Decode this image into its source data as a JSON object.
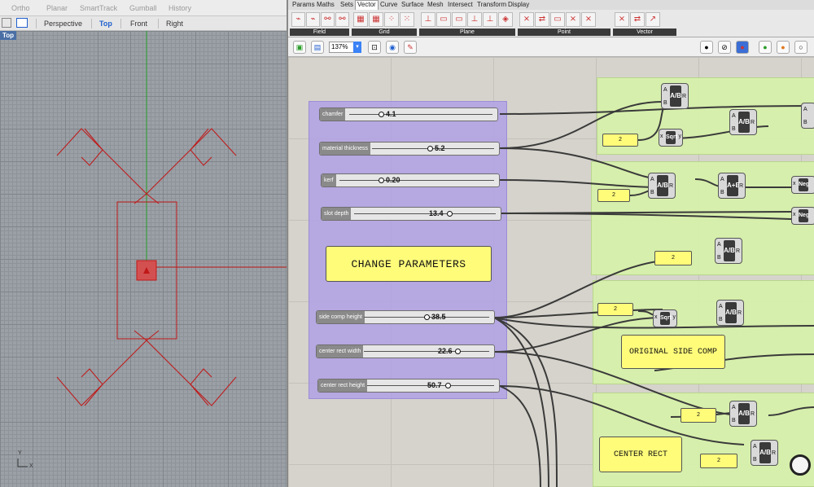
{
  "rhino": {
    "top_menu": [
      "Ortho",
      "Planar",
      "SmartTrack",
      "Gumball",
      "History"
    ],
    "views": [
      "Perspective",
      "Top",
      "Front",
      "Right"
    ],
    "active_view": "Top",
    "viewport_label": "Top",
    "axis_y": "Y",
    "axis_x": "X"
  },
  "gh": {
    "menu_tabs": [
      "Params",
      "Maths",
      "Sets",
      "Vector",
      "Curve",
      "Surface",
      "Mesh",
      "Intersect",
      "Transform",
      "Display"
    ],
    "active_tab": "Vector",
    "ribbon_groups": [
      "Field",
      "Grid",
      "Plane",
      "Point",
      "Vector"
    ],
    "zoom": "137%",
    "sliders": [
      {
        "label": "chamfer",
        "value": "4.1"
      },
      {
        "label": "material thickness",
        "value": "5.2"
      },
      {
        "label": "kerf",
        "value": "0.20"
      },
      {
        "label": "slot depth",
        "value": "13.4"
      },
      {
        "label": "side comp height",
        "value": "38.5"
      },
      {
        "label": "center rect width",
        "value": "22.6"
      },
      {
        "label": "center rect height",
        "value": "50.7"
      }
    ],
    "panels": {
      "change_parameters": "CHANGE PARAMETERS",
      "original_side_comp": "ORIGINAL SIDE COMP",
      "center_rect": "CENTER RECT",
      "num": "2"
    },
    "components": {
      "divide": "A/B",
      "add": "A+B",
      "sqrt": "Sqrt",
      "neg": "Neg",
      "pin_a": "A",
      "pin_b": "B",
      "pin_r": "R",
      "pin_x": "x",
      "pin_y": "y"
    }
  },
  "colors": {
    "accent": "#1f5fcf",
    "curve": "#c01818",
    "group_purple": "#b0a0e4",
    "group_green": "#d6f0aa",
    "panel": "#fffc7a"
  }
}
